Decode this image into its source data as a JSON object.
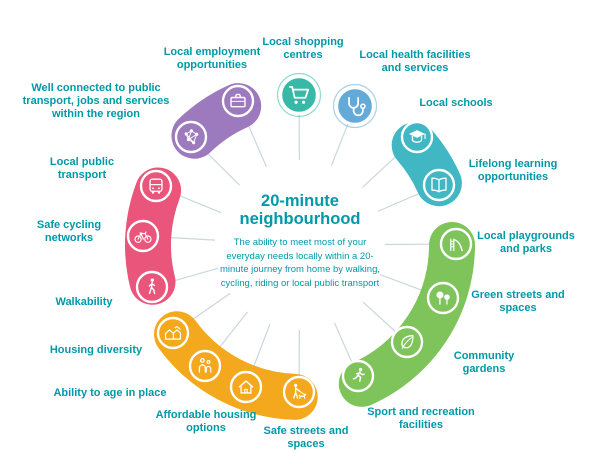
{
  "diagram": {
    "title": "20-minute neighbourhood",
    "description": "The ability to meet most of your everyday needs locally within a 20-minute journey from home by walking, cycling, riding or local public transport"
  },
  "colors": {
    "label_text": "#0099a8",
    "spoke": "#c9d8de",
    "shopping_cart": "#38b8a6",
    "health": "#64aad9",
    "education": "#41b7c4",
    "green_space": "#7ec45a",
    "housing": "#f4a81d",
    "transport": "#e9557b",
    "connectivity": "#9d79be"
  },
  "items": [
    {
      "label": "Local shopping centres",
      "icon": "shopping-cart-icon"
    },
    {
      "label": "Local health facilities and services",
      "icon": "stethoscope-icon"
    },
    {
      "label": "Local schools",
      "icon": "graduation-cap-icon"
    },
    {
      "label": "Lifelong learning opportunities",
      "icon": "open-book-icon"
    },
    {
      "label": "Local playgrounds and parks",
      "icon": "playground-icon"
    },
    {
      "label": "Green streets and spaces",
      "icon": "trees-icon"
    },
    {
      "label": "Community gardens",
      "icon": "leaf-icon"
    },
    {
      "label": "Sport and recreation facilities",
      "icon": "running-person-icon"
    },
    {
      "label": "Safe streets and spaces",
      "icon": "person-dog-icon"
    },
    {
      "label": "Affordable housing options",
      "icon": "house-icon"
    },
    {
      "label": "Ability to age in place",
      "icon": "people-icon"
    },
    {
      "label": "Housing diversity",
      "icon": "houses-icon"
    },
    {
      "label": "Walkability",
      "icon": "walking-person-icon"
    },
    {
      "label": "Safe cycling networks",
      "icon": "bicycle-icon"
    },
    {
      "label": "Local public transport",
      "icon": "bus-icon"
    },
    {
      "label": "Well connected to public transport, jobs and services within the region",
      "icon": "network-icon"
    },
    {
      "label": "Local employment opportunities",
      "icon": "briefcase-icon"
    }
  ]
}
